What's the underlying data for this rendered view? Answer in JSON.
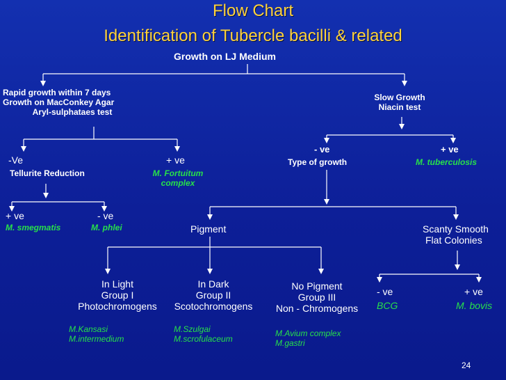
{
  "title": {
    "line1": "Flow Chart",
    "line2": "Identification of Tubercle bacilli & related"
  },
  "root": "Growth on LJ Medium",
  "rapid": {
    "line1": "Rapid growth within 7 days",
    "line2": "Growth on MacConkey Agar",
    "line3": "Aryl-sulphataes test"
  },
  "slow": {
    "line1": "Slow Growth",
    "line2": "Niacin test"
  },
  "rapid_neg": {
    "label": "-Ve",
    "test": "Tellurite Reduction"
  },
  "rapid_pos": {
    "label": "+ ve",
    "org1": "M. Fortuitum",
    "org2": "complex"
  },
  "tell_pos": {
    "label": "+ ve",
    "org": "M. smegmatis"
  },
  "tell_neg": {
    "label": "- ve",
    "org": "M. phlei"
  },
  "niacin_neg": {
    "label": "- ve",
    "test": "Type of growth"
  },
  "niacin_pos": {
    "label": "+ ve",
    "org": "M. tuberculosis"
  },
  "pigment": "Pigment",
  "scanty": {
    "line1": "Scanty Smooth",
    "line2": "Flat Colonies"
  },
  "group1": {
    "line1": "In Light",
    "line2": "Group I",
    "line3": "Photochromogens",
    "org1": "M.Kansasi",
    "org2": "M.intermedium"
  },
  "group2": {
    "line1": "In Dark",
    "line2": "Group II",
    "line3": "Scotochromogens",
    "org1": "M.Szulgai",
    "org2": "M.scrofulaceum"
  },
  "group3": {
    "line1": "No Pigment",
    "line2": "Group III",
    "line3": "Non - Chromogens",
    "org1": "M.Avium complex",
    "org2": "M.gastri"
  },
  "scanty_neg": {
    "label": "- ve",
    "org": "BCG"
  },
  "scanty_pos": {
    "label": "+ ve",
    "org": "M. bovis"
  },
  "page_number": "24",
  "colors": {
    "background": "#0f23a0",
    "title": "#ffd23c",
    "organism": "#27e04a",
    "text": "#ffffff"
  }
}
